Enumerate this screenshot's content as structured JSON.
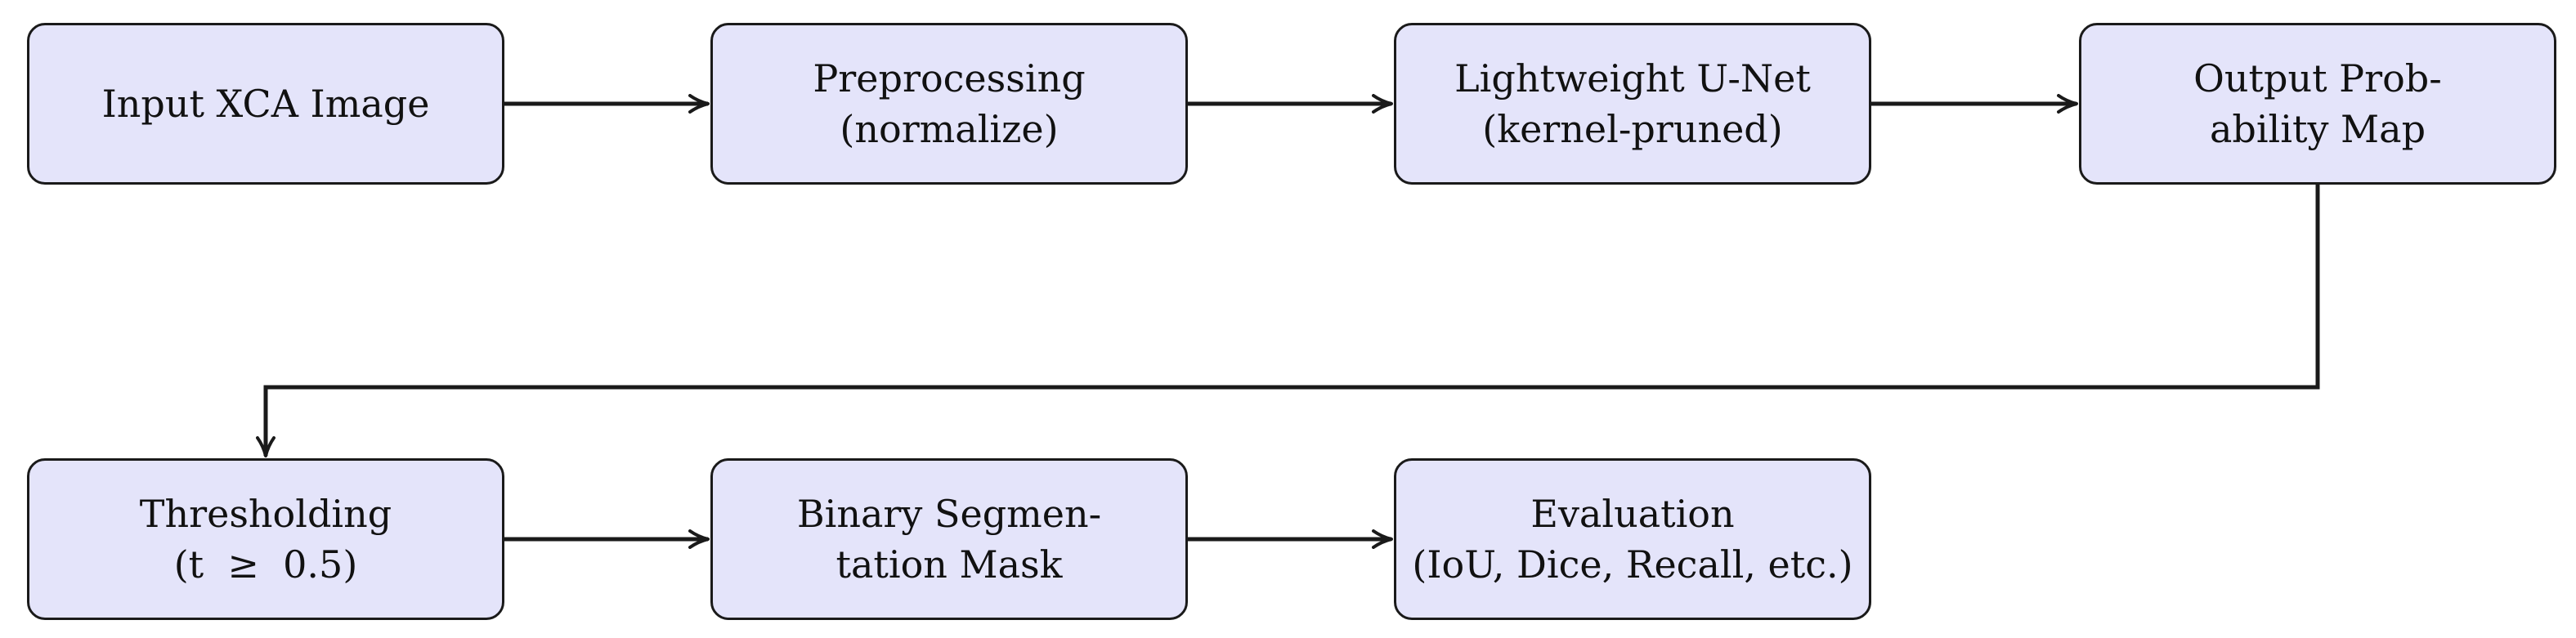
{
  "diagram": {
    "nodes": [
      {
        "id": "input",
        "lines": [
          "Input XCA Image"
        ]
      },
      {
        "id": "preprocessing",
        "lines": [
          "Preprocessing",
          "(normalize)"
        ]
      },
      {
        "id": "unet",
        "lines": [
          "Lightweight U-Net",
          "(kernel-pruned)"
        ]
      },
      {
        "id": "output",
        "lines": [
          "Output Prob-",
          "ability Map"
        ]
      },
      {
        "id": "thresholding",
        "lines": [
          "Thresholding",
          "(t  ≥  0.5)"
        ]
      },
      {
        "id": "mask",
        "lines": [
          "Binary Segmen-",
          "tation Mask"
        ]
      },
      {
        "id": "evaluation",
        "lines": [
          "Evaluation",
          "(IoU, Dice, Recall, etc.)"
        ]
      }
    ],
    "edges": [
      {
        "from": "input",
        "to": "preprocessing"
      },
      {
        "from": "preprocessing",
        "to": "unet"
      },
      {
        "from": "unet",
        "to": "output"
      },
      {
        "from": "output",
        "to": "thresholding"
      },
      {
        "from": "thresholding",
        "to": "mask"
      },
      {
        "from": "mask",
        "to": "evaluation"
      }
    ],
    "colors": {
      "node_fill": "#e4e4fa",
      "stroke": "#1a1a1a",
      "text": "#111111"
    }
  }
}
